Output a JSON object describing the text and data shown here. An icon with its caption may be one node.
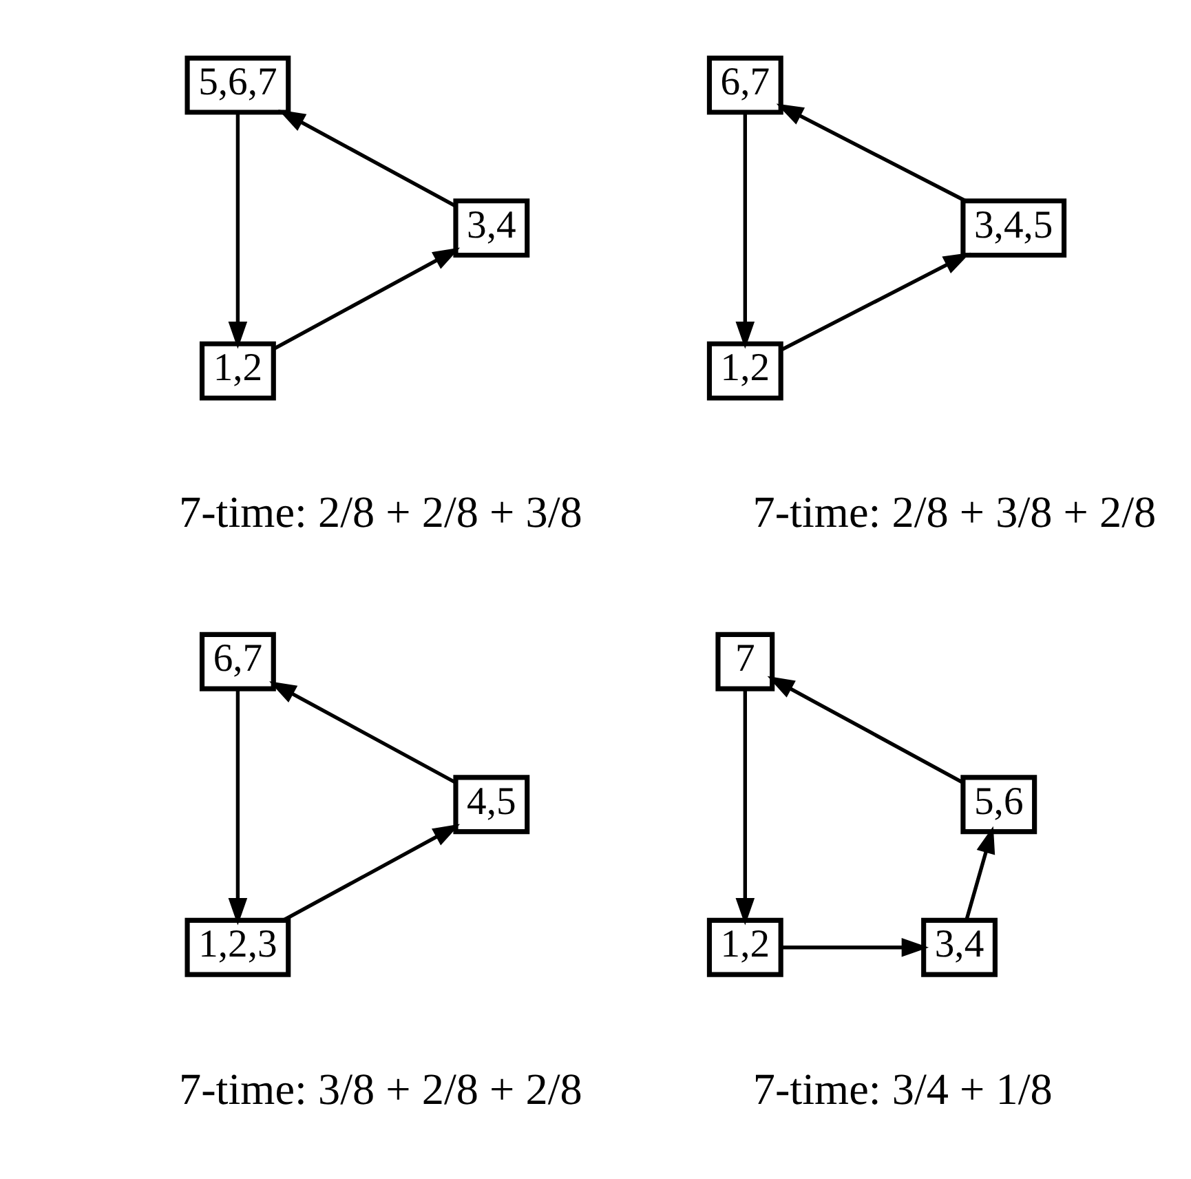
{
  "diagram": {
    "nodes": [
      {
        "text": [
          "5,6,7"
        ]
      },
      {
        "text": [
          "3,4"
        ]
      },
      {
        "text": [
          "1,2"
        ]
      },
      {
        "text": [
          "6,7"
        ]
      },
      {
        "text": [
          "3,4,5"
        ]
      },
      {
        "text": [
          "1,2"
        ]
      },
      {
        "text": [
          "6,7"
        ]
      },
      {
        "text": [
          "4,5"
        ]
      },
      {
        "text": [
          "1,2,3"
        ]
      },
      {
        "text": [
          "7"
        ]
      },
      {
        "text": [
          "5,6"
        ]
      },
      {
        "text": [
          "1,2"
        ]
      },
      {
        "text": [
          "3,4"
        ]
      }
    ],
    "edges": [
      {
        "from": 0,
        "to": 2,
        "arrow": "to"
      },
      {
        "from": 2,
        "to": 1,
        "arrow": "to"
      },
      {
        "from": 1,
        "to": 0,
        "arrow": "to"
      },
      {
        "from": 3,
        "to": 5,
        "arrow": "to"
      },
      {
        "from": 5,
        "to": 4,
        "arrow": "to"
      },
      {
        "from": 4,
        "to": 3,
        "arrow": "to"
      },
      {
        "from": 6,
        "to": 8,
        "arrow": "to"
      },
      {
        "from": 8,
        "to": 7,
        "arrow": "to"
      },
      {
        "from": 7,
        "to": 6,
        "arrow": "to"
      },
      {
        "from": 9,
        "to": 11,
        "arrow": "to"
      },
      {
        "from": 11,
        "to": 12,
        "arrow": "to"
      },
      {
        "from": 12,
        "to": 10,
        "arrow": "to"
      },
      {
        "from": 10,
        "to": 9,
        "arrow": "to"
      }
    ],
    "labels": [
      "7-time: 2/8 + 2/8 + 3/8",
      "7-time: 2/8 + 3/8 + 2/8",
      "7-time: 3/8 + 2/8 + 2/8",
      "7-time: 3/4 + 1/8"
    ]
  }
}
